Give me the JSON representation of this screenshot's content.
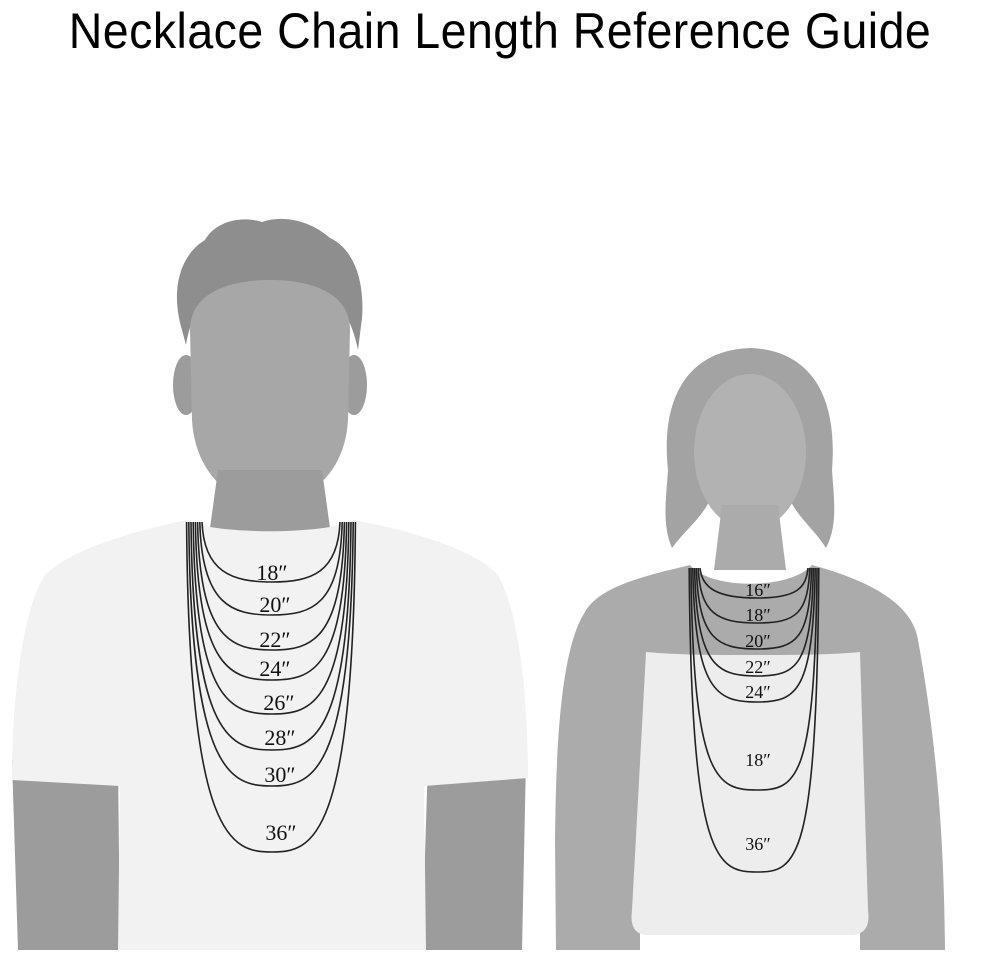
{
  "title": "Necklace Chain Length Reference Guide",
  "colors": {
    "background": "#ffffff",
    "silhouette_dark": "#9c9c9c",
    "silhouette_mid": "#ababab",
    "shirt": "#f2f2f2",
    "tank_top": "#ededed",
    "chain": "#222222"
  },
  "man": {
    "chain_labels": [
      "18″",
      "20″",
      "22″",
      "24″",
      "26″",
      "28″",
      "30″",
      "36″"
    ]
  },
  "woman": {
    "chain_labels": [
      "16″",
      "18″",
      "20″",
      "22″",
      "24″",
      "18″",
      "36″"
    ]
  }
}
